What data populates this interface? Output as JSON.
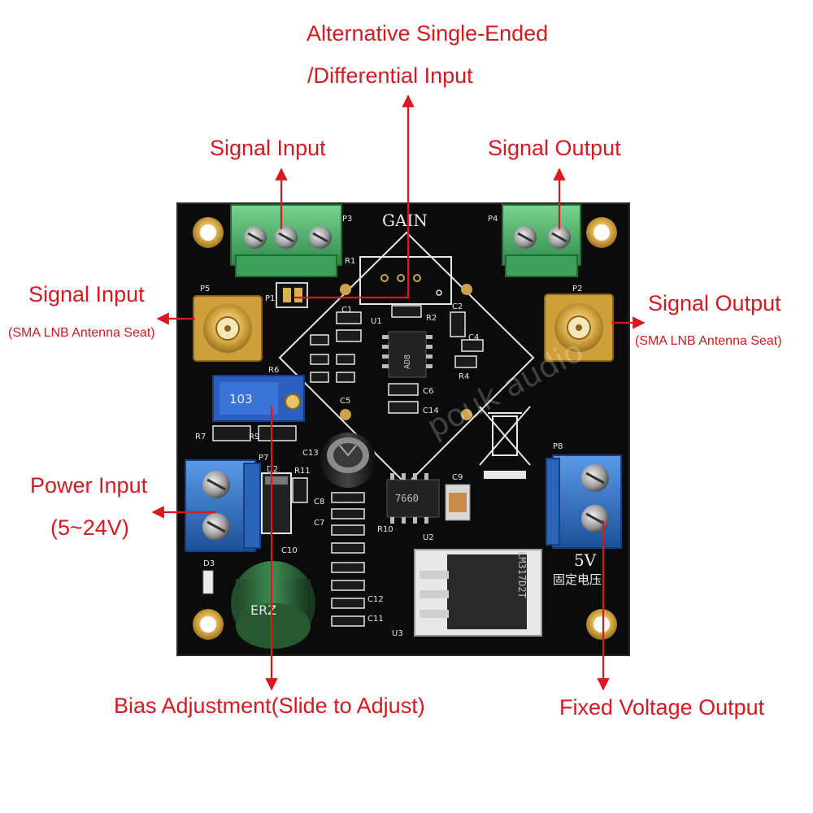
{
  "labels": {
    "alt_input_line1": "Alternative Single-Ended",
    "alt_input_line2": "/Differential Input",
    "signal_input_terminal": "Signal Input",
    "signal_output_terminal": "Signal Output",
    "signal_input_sma": "Signal Input",
    "signal_input_sma_sub": "(SMA LNB Antenna Seat)",
    "signal_output_sma": "Signal Output",
    "signal_output_sma_sub": "(SMA LNB Antenna Seat)",
    "power_input": "Power Input",
    "power_input_range": "(5~24V)",
    "bias_adjustment": "Bias Adjustment(Slide to Adjust)",
    "fixed_voltage_output": "Fixed Voltage Output"
  },
  "board": {
    "gain_label": "GAIN",
    "five_v_label": "5V",
    "chinese_label": "固定电压",
    "watermark": "pouk audio",
    "trimmer_text": "103",
    "chip_u1_text": "AD8",
    "chip_u2_text": "7660",
    "regulator_text": "LM317D2T",
    "refdes": [
      "P1",
      "P2",
      "P3",
      "P4",
      "P5",
      "P7",
      "P8",
      "R1",
      "R2",
      "R4",
      "R6",
      "R7",
      "R9",
      "R10",
      "R11",
      "U1",
      "U2",
      "U3",
      "C1",
      "C2",
      "C4",
      "C5",
      "C6",
      "C7",
      "C8",
      "C9",
      "C10",
      "C11",
      "C12",
      "C13",
      "C14",
      "D2",
      "D3"
    ]
  },
  "colors": {
    "label_red": "#d9181f",
    "pcb_black": "#0b0b0b",
    "terminal_green": "#4fb56b",
    "terminal_blue": "#2d6fc4",
    "sma_gold": "#d4a33a",
    "pad_gold": "#c9a24a"
  }
}
